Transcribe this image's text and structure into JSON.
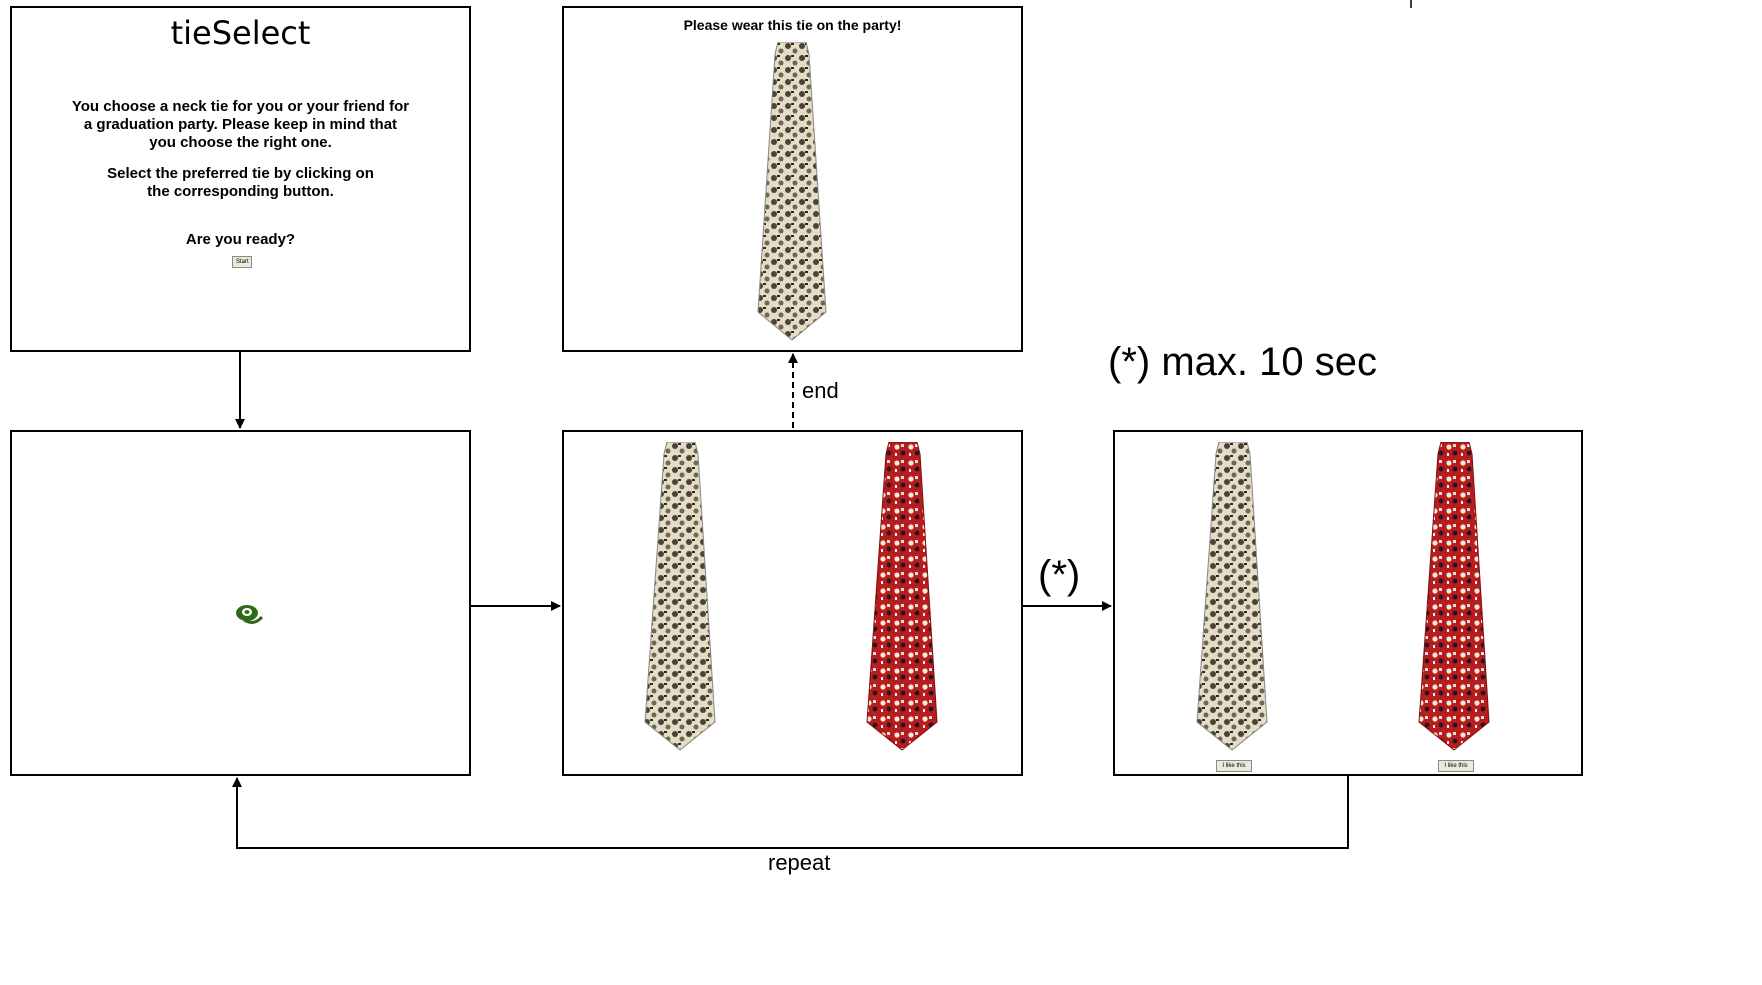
{
  "intro_screen": {
    "logo_text": "tieSelect",
    "paragraph1": "You choose a neck tie for you or your friend for a graduation party. Please keep in mind that you choose the right one.",
    "paragraph2": "Select the preferred tie by clicking on the corresponding button.",
    "ready_text": "Are you ready?",
    "start_button": "Start"
  },
  "result_screen": {
    "title": "Please wear this tie on the party!"
  },
  "decision_screen": {
    "left_button": "I like this",
    "right_button": "I like this"
  },
  "flow_labels": {
    "end": "end",
    "repeat": "repeat",
    "timer_marker": "(*)",
    "timer_note": "(*) max. 10 sec"
  },
  "colors": {
    "tie_light": "#d8d0b8",
    "tie_red": "#b81c1c",
    "fixation": "#2f6a1a"
  }
}
